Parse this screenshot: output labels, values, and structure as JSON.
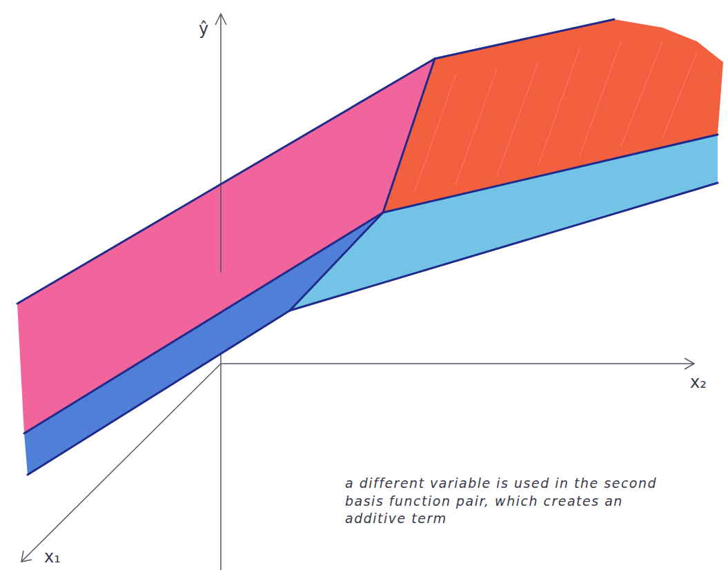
{
  "diagram": {
    "labels": [
      "ŷ",
      "x₂",
      "x₁",
      "a different variable is used in the second basis function pair, which creates an additive term"
    ]
  }
}
